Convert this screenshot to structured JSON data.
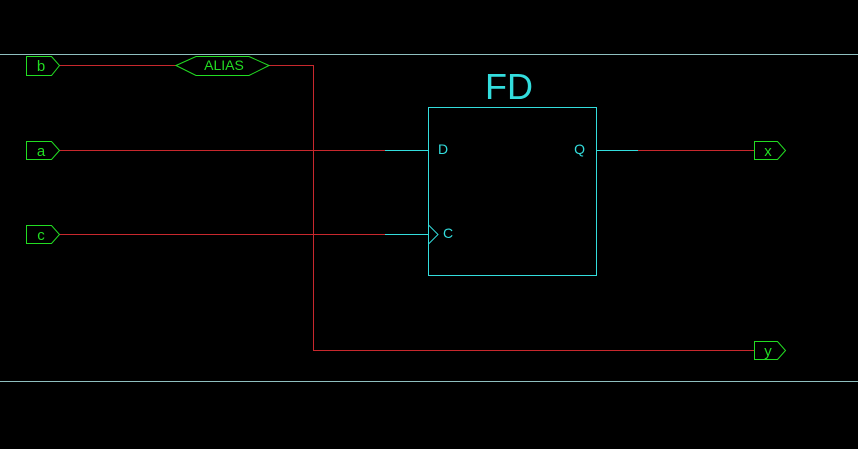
{
  "colors": {
    "wire": "#c8282d",
    "port": "#22dd22",
    "symbol": "#33dddd",
    "border": "#8fbfbf"
  },
  "component": {
    "name": "FD",
    "pins": {
      "d": "D",
      "q": "Q",
      "c": "C"
    }
  },
  "alias": {
    "label": "ALIAS"
  },
  "ports": {
    "inputs": [
      {
        "label": "b"
      },
      {
        "label": "a"
      },
      {
        "label": "c"
      }
    ],
    "outputs": [
      {
        "label": "x"
      },
      {
        "label": "y"
      }
    ]
  }
}
